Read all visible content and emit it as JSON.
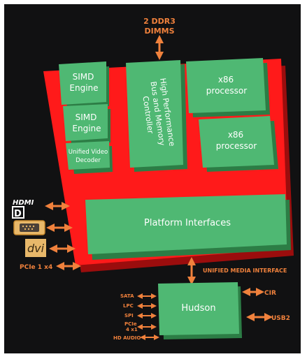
{
  "top_label": [
    "2 DDR3",
    "DIMMS"
  ],
  "blocks": {
    "simd1": [
      "SIMD",
      "Engine"
    ],
    "simd2": [
      "SIMD",
      "Engine"
    ],
    "uvd": [
      "Unified Video",
      "Decoder"
    ],
    "memctrl": [
      "High Performance",
      "Bus and Memory",
      "Controller"
    ],
    "x86_1": [
      "x86",
      "processor"
    ],
    "x86_2": [
      "x86",
      "processor"
    ],
    "platform": "Platform Interfaces",
    "hudson": "Hudson"
  },
  "left_io": {
    "hdmi": "HDMI",
    "displayport": "D",
    "dvi": "dvi",
    "pcie": "PCIe 1 x4"
  },
  "umi_label": "UNIFIED MEDIA INTERFACE",
  "hudson_left": [
    "SATA",
    "LPC",
    "SPI",
    "PCIe",
    "4 x1",
    "HD AUDIO"
  ],
  "hudson_right": [
    "CIR",
    "USB2"
  ],
  "colors": {
    "background": "#111112",
    "green_top": "#4fb873",
    "green_side": "#2c7d45",
    "red": "#ff1a1a",
    "orange": "#f0813c",
    "block_text": "#ffffff"
  },
  "icons": [
    "hdmi-logo-icon",
    "displayport-logo-icon",
    "vga-connector-icon",
    "dvi-logo-icon",
    "double-arrow-icon"
  ]
}
